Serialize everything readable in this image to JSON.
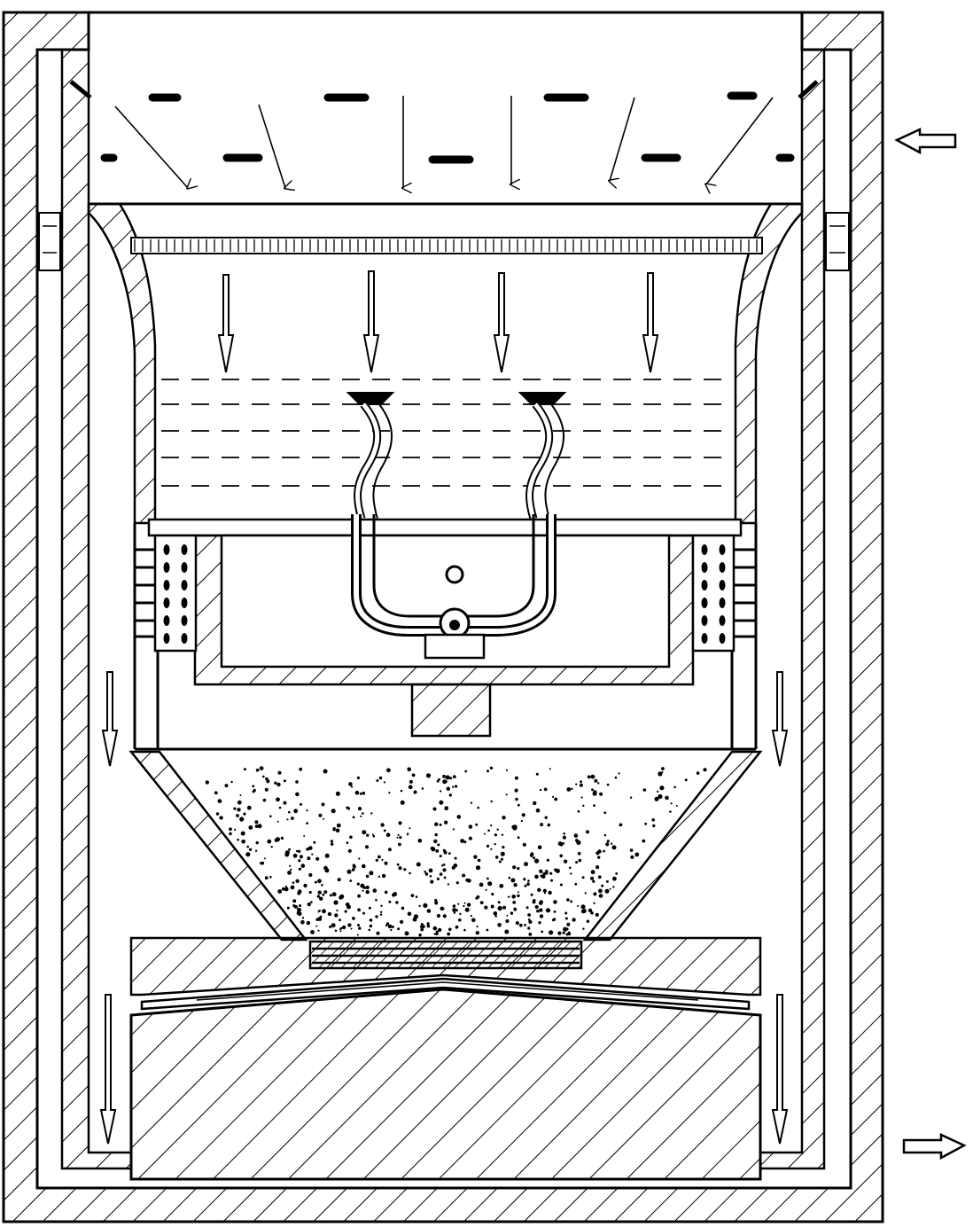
{
  "figure": {
    "kind": "technical cross-section drawing",
    "labels": [],
    "line_color": "#000000",
    "background_color": "#ffffff"
  },
  "components": {
    "outer_housing": "outer-housing-wall",
    "inner_liner": "inner-liner-wall",
    "top_chamber": "top-inlet-chamber",
    "diffuser_screen": "diffuser-screen",
    "liquid_bath": "liquid-bath",
    "nozzles": [
      "nozzle-left",
      "nozzle-right"
    ],
    "support_tray": "support-tray",
    "funnel": "collection-funnel",
    "particles": "particle-bed",
    "collection_plate": "collection-plate",
    "base_block": "base-block"
  },
  "flow_indicators": {
    "inlet_arrow": "inlet-arrow-icon",
    "outlet_arrow": "outlet-arrow-icon"
  }
}
